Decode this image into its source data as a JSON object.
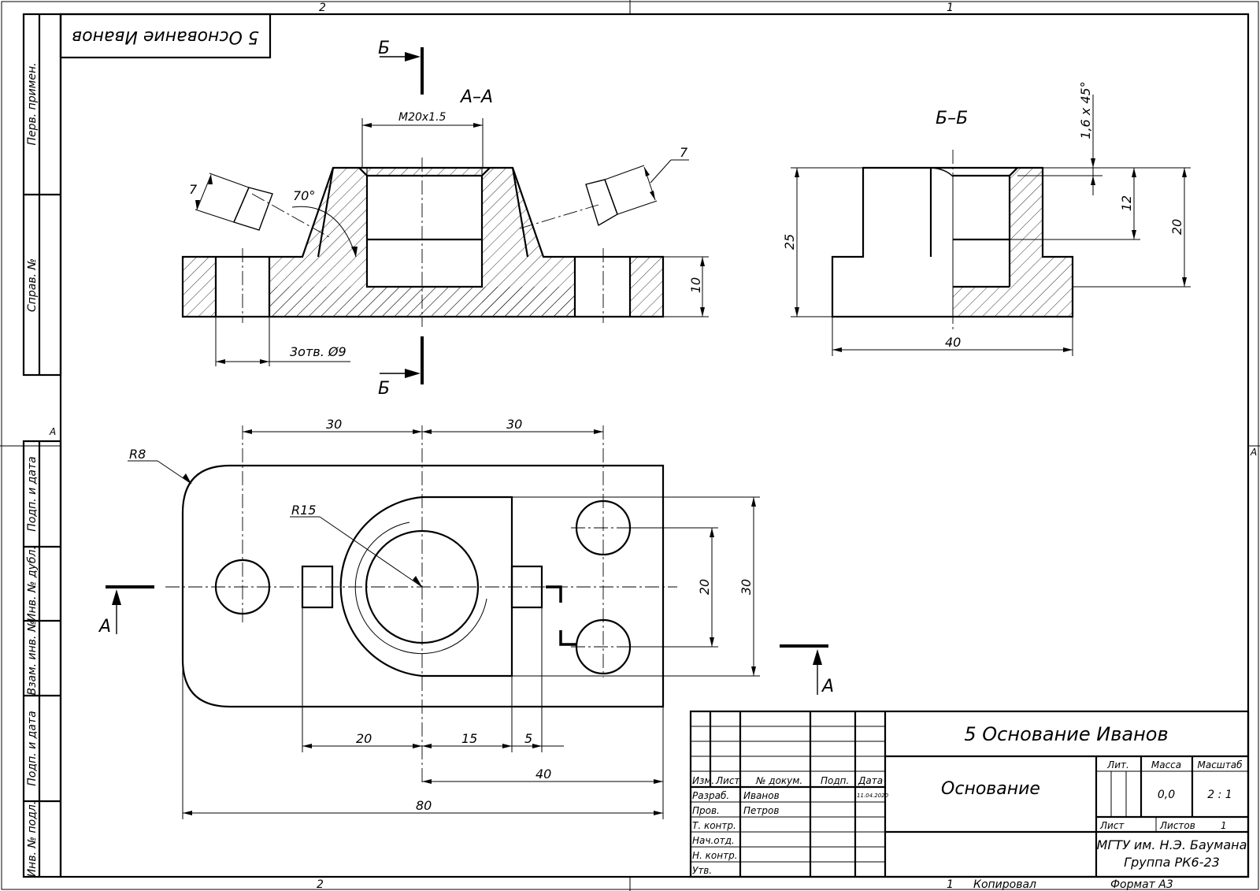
{
  "frame": {
    "zone_top_left": "2",
    "zone_top_right": "1",
    "zone_bottom_left": "2",
    "zone_bottom_right": "1",
    "zone_left": "А",
    "zone_right": "А",
    "copied": "Копировал",
    "format": "Формат А3",
    "corner_stamp": "5 Основание Иванов"
  },
  "side_strip": {
    "perv_primen": "Перв. примен.",
    "sprav_no": "Справ. №",
    "podp_data_1": "Подп. и дата",
    "inv_dubl": "Инв. № дубл.",
    "vzam_inv": "Взам. инв. №",
    "podp_data_2": "Подп. и дата",
    "inv_podl": "Инв. № подл."
  },
  "views": {
    "section_aa": "А–А",
    "section_bb": "Б–Б",
    "cut_b_top": "Б",
    "cut_b_bottom": "Б",
    "cut_a_left": "А",
    "cut_a_right": "А"
  },
  "dimensions": {
    "thread": "М20х1.5",
    "angle": "70°",
    "rib_left": "7",
    "rib_right": "7",
    "base_thickness": "10",
    "holes_note": "3отв. Ø9",
    "height_total": "25",
    "bore_depth": "12",
    "boss_height": "20",
    "chamfer": "1,6 х 45°",
    "width_bb": "40",
    "hole_left_x": "30",
    "hole_right_x": "30",
    "radius_corner": "R8",
    "radius_boss": "R15",
    "holes_spacing": "20",
    "boss_width": "30",
    "dim_20": "20",
    "dim_15": "15",
    "dim_5": "5",
    "dim_40": "40",
    "dim_80": "80"
  },
  "title_block": {
    "designation": "5 Основание Иванов",
    "part_name": "Основание",
    "lit": "Лит.",
    "mass_label": "Масса",
    "scale_label": "Масштаб",
    "mass_value": "0,0",
    "scale_value": "2 : 1",
    "sheet_label": "Лист",
    "sheets_label": "Листов",
    "sheets_value": "1",
    "org_line1": "МГТУ им. Н.Э. Баумана",
    "org_line2": "Группа РК6-23",
    "col_izm": "Изм.",
    "col_list": "Лист",
    "col_doc": "№ докум.",
    "col_podp": "Подп.",
    "col_date": "Дата",
    "row_razrab": "Разраб.",
    "row_prov": "Пров.",
    "row_tkontr": "Т. контр.",
    "row_nachotd": "Нач.отд.",
    "row_nkontr": "Н. контр.",
    "row_utv": "Утв.",
    "developer": "Иванов",
    "checker": "Петров",
    "date": "11.04.2020"
  }
}
